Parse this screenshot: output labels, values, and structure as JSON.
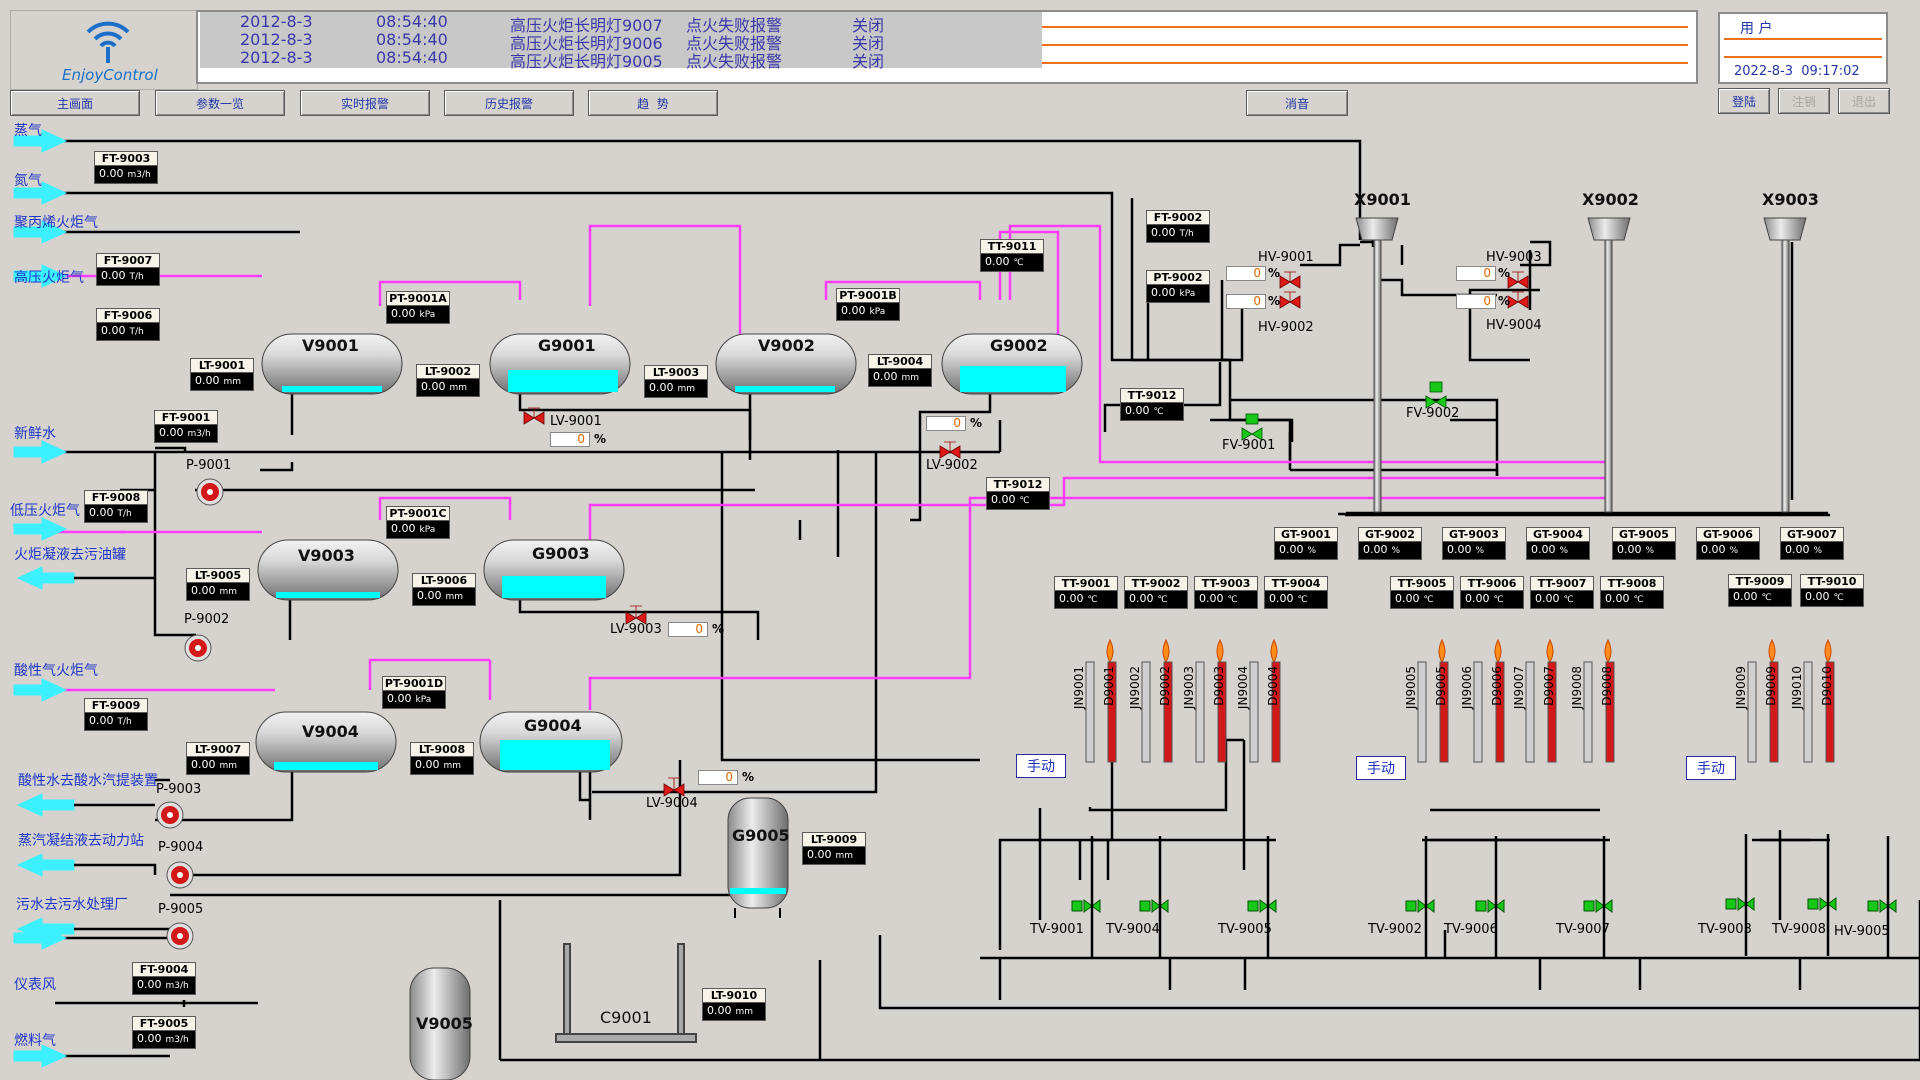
{
  "header": {
    "logo_text": "EnjoyControl",
    "alarms": [
      {
        "date": "2012-8-3",
        "time": "08:54:40",
        "desc": "高压火炬长明灯9007",
        "type": "点火失败报警",
        "state": "关闭"
      },
      {
        "date": "2012-8-3",
        "time": "08:54:40",
        "desc": "高压火炬长明灯9006",
        "type": "点火失败报警",
        "state": "关闭"
      },
      {
        "date": "2012-8-3",
        "time": "08:54:40",
        "desc": "高压火炬长明灯9005",
        "type": "点火失败报警",
        "state": "关闭"
      }
    ],
    "user_label": "用 户",
    "datetime": "2022-8-3  09:17:02"
  },
  "nav": {
    "main": "主画面",
    "params": "参数一览",
    "realtime": "实时报警",
    "history": "历史报警",
    "trend": "趋  势",
    "mute": "消音",
    "login": "登陆",
    "logout": "注销",
    "exit": "退出"
  },
  "streams": {
    "steam": "蒸气",
    "nitrogen": "氮气",
    "polypropylene": "聚丙烯火炬气",
    "hp_flare": "高压火炬气",
    "fresh_water": "新鲜水",
    "lp_flare": "低压火炬气",
    "condensate_sewage": "火炬凝液去污油罐",
    "acid_flare": "酸性气火炬气",
    "acid_water": "酸性水去酸水汽提装置",
    "steam_condensate": "蒸汽凝结液去动力站",
    "sewage": "污水去污水处理厂",
    "instrument_air": "仪表风",
    "fuel_gas": "燃料气"
  },
  "vessels": {
    "V9001": "V9001",
    "G9001": "G9001",
    "V9002": "V9002",
    "G9002": "G9002",
    "V9003": "V9003",
    "G9003": "G9003",
    "V9004": "V9004",
    "G9004": "G9004",
    "G9005": "G9005",
    "V9005": "V9005",
    "C9001": "C9001",
    "X9001": "X9001",
    "X9002": "X9002",
    "X9003": "X9003"
  },
  "tags": {
    "FT9003": {
      "name": "FT-9003",
      "value": "0.00",
      "unit": "m3/h"
    },
    "FT9007": {
      "name": "FT-9007",
      "value": "0.00",
      "unit": "T/h"
    },
    "FT9006": {
      "name": "FT-9006",
      "value": "0.00",
      "unit": "T/h"
    },
    "PT9001A": {
      "name": "PT-9001A",
      "value": "0.00",
      "unit": "kPa"
    },
    "LT9001": {
      "name": "LT-9001",
      "value": "0.00",
      "unit": "mm"
    },
    "LT9002": {
      "name": "LT-9002",
      "value": "0.00",
      "unit": "mm"
    },
    "LT9003": {
      "name": "LT-9003",
      "value": "0.00",
      "unit": "mm"
    },
    "PT9001B": {
      "name": "PT-9001B",
      "value": "0.00",
      "unit": "kPa"
    },
    "LT9004": {
      "name": "LT-9004",
      "value": "0.00",
      "unit": "mm"
    },
    "TT9011": {
      "name": "TT-9011",
      "value": "0.00",
      "unit": "℃"
    },
    "FT9002": {
      "name": "FT-9002",
      "value": "0.00",
      "unit": "T/h"
    },
    "PT9002": {
      "name": "PT-9002",
      "value": "0.00",
      "unit": "kPa"
    },
    "FT9001": {
      "name": "FT-9001",
      "value": "0.00",
      "unit": "m3/h"
    },
    "TT9012a": {
      "name": "TT-9012",
      "value": "0.00",
      "unit": "℃"
    },
    "TT9012b": {
      "name": "TT-9012",
      "value": "0.00",
      "unit": "℃"
    },
    "FT9008": {
      "name": "FT-9008",
      "value": "0.00",
      "unit": "T/h"
    },
    "PT9001C": {
      "name": "PT-9001C",
      "value": "0.00",
      "unit": "kPa"
    },
    "LT9005": {
      "name": "LT-9005",
      "value": "0.00",
      "unit": "mm"
    },
    "LT9006": {
      "name": "LT-9006",
      "value": "0.00",
      "unit": "mm"
    },
    "PT9001D": {
      "name": "PT-9001D",
      "value": "0.00",
      "unit": "kPa"
    },
    "FT9009": {
      "name": "FT-9009",
      "value": "0.00",
      "unit": "T/h"
    },
    "LT9007": {
      "name": "LT-9007",
      "value": "0.00",
      "unit": "mm"
    },
    "LT9008": {
      "name": "LT-9008",
      "value": "0.00",
      "unit": "mm"
    },
    "LT9009": {
      "name": "LT-9009",
      "value": "0.00",
      "unit": "mm"
    },
    "FT9004": {
      "name": "FT-9004",
      "value": "0.00",
      "unit": "m3/h"
    },
    "FT9005": {
      "name": "FT-9005",
      "value": "0.00",
      "unit": "m3/h"
    },
    "LT9010": {
      "name": "LT-9010",
      "value": "0.00",
      "unit": "mm"
    },
    "GT9001": {
      "name": "GT-9001",
      "value": "0.00",
      "unit": "%"
    },
    "GT9002": {
      "name": "GT-9002",
      "value": "0.00",
      "unit": "%"
    },
    "GT9003": {
      "name": "GT-9003",
      "value": "0.00",
      "unit": "%"
    },
    "GT9004": {
      "name": "GT-9004",
      "value": "0.00",
      "unit": "%"
    },
    "GT9005": {
      "name": "GT-9005",
      "value": "0.00",
      "unit": "%"
    },
    "GT9006": {
      "name": "GT-9006",
      "value": "0.00",
      "unit": "%"
    },
    "GT9007": {
      "name": "GT-9007",
      "value": "0.00",
      "unit": "%"
    },
    "TT9001": {
      "name": "TT-9001",
      "value": "0.00",
      "unit": "℃"
    },
    "TT9002": {
      "name": "TT-9002",
      "value": "0.00",
      "unit": "℃"
    },
    "TT9003": {
      "name": "TT-9003",
      "value": "0.00",
      "unit": "℃"
    },
    "TT9004": {
      "name": "TT-9004",
      "value": "0.00",
      "unit": "℃"
    },
    "TT9005": {
      "name": "TT-9005",
      "value": "0.00",
      "unit": "℃"
    },
    "TT9006": {
      "name": "TT-9006",
      "value": "0.00",
      "unit": "℃"
    },
    "TT9007": {
      "name": "TT-9007",
      "value": "0.00",
      "unit": "℃"
    },
    "TT9008": {
      "name": "TT-9008",
      "value": "0.00",
      "unit": "℃"
    },
    "TT9009": {
      "name": "TT-9009",
      "value": "0.00",
      "unit": "℃"
    },
    "TT9010": {
      "name": "TT-9010",
      "value": "0.00",
      "unit": "℃"
    }
  },
  "valves": {
    "LV9001": {
      "name": "LV-9001",
      "pct": "0",
      "unit": "%"
    },
    "LV9002": {
      "name": "LV-9002",
      "pct": "0",
      "unit": "%"
    },
    "LV9003": {
      "name": "LV-9003",
      "pct": "0",
      "unit": "%"
    },
    "LV9004": {
      "name": "LV-9004",
      "pct": "0",
      "unit": "%"
    },
    "HV9001": {
      "name": "HV-9001",
      "pct": "0",
      "unit": "%"
    },
    "HV9002": {
      "name": "HV-9002",
      "pct": "0",
      "unit": "%"
    },
    "HV9003": {
      "name": "HV-9003",
      "pct": "0",
      "unit": "%"
    },
    "HV9004": {
      "name": "HV-9004",
      "pct": "0",
      "unit": "%"
    },
    "FV9001": "FV-9001",
    "FV9002": "FV-9002",
    "TV9001": "TV-9001",
    "TV9004": "TV-9004",
    "TV9005": "TV-9005",
    "TV9002": "TV-9002",
    "TV9006": "TV-9006",
    "TV9007": "TV-9007",
    "TV9003": "TV-9003",
    "TV9008": "TV-9008",
    "HV9005": "HV-9005"
  },
  "pumps": {
    "P9001": "P-9001",
    "P9002": "P-9002",
    "P9003": "P-9003",
    "P9004": "P-9004",
    "P9005": "P-9005"
  },
  "manual_label": "手动",
  "burners": [
    "JN9001",
    "D9001",
    "JN9002",
    "D9002",
    "JN9003",
    "D9003",
    "JN9004",
    "D9004",
    "JN9005",
    "D9005",
    "JN9006",
    "D9006",
    "JN9007",
    "D9007",
    "JN9008",
    "D9008",
    "JN9009",
    "D9009",
    "JN9010",
    "D9010"
  ],
  "colors": {
    "background": "#d6d3ce",
    "flare_line": "#ff3cff",
    "liquid": "#00ffff",
    "alarm_text": "#3a38a8",
    "stream_label": "#1e35c8"
  }
}
